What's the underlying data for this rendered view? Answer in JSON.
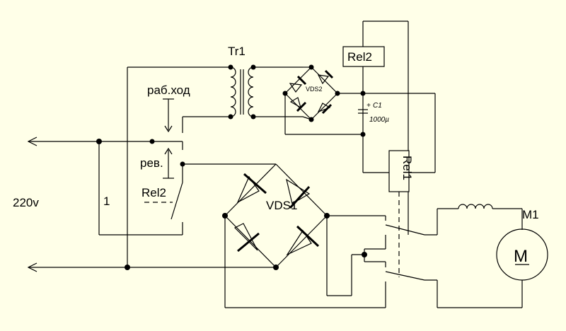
{
  "labels": {
    "mains": "220v",
    "transformer": "Tr1",
    "work_stroke": "раб.ход",
    "reverse": "рев.",
    "rel2_switch": "Rel2",
    "line1": "1",
    "bridge_small": "VDS2",
    "rel2_coil": "Rel2",
    "rel1_coil": "Rel1",
    "capacitor_name": "C1",
    "capacitor_value": "1000µ",
    "capacitor_polarity": "+",
    "bridge_main": "VDS1",
    "motor_name": "M1",
    "motor_symbol": "M"
  }
}
